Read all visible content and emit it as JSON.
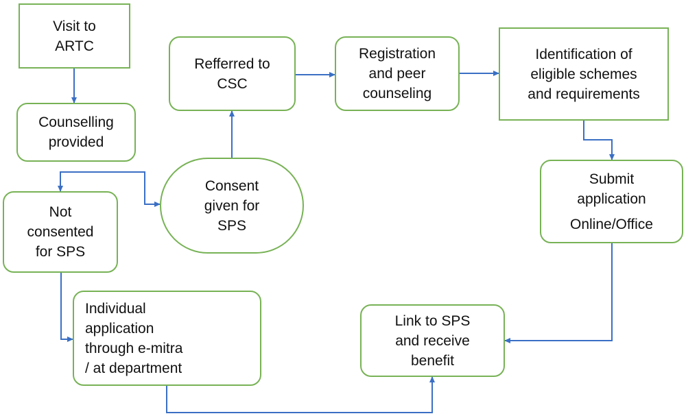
{
  "nodes": {
    "visit_artc": [
      "Visit to",
      "ARTC"
    ],
    "counselling": [
      "Counselling",
      "provided"
    ],
    "not_consented": [
      "Not",
      "consented",
      "for SPS"
    ],
    "consent_given": [
      "Consent",
      "given for",
      "SPS"
    ],
    "referred_csc": [
      "Refferred to",
      "CSC"
    ],
    "registration": [
      "Registration",
      "and peer",
      "counseling"
    ],
    "identification": [
      "Identification of",
      "eligible schemes",
      "and requirements"
    ],
    "submit": [
      "Submit",
      "application",
      "Online/Office"
    ],
    "individual": [
      "Individual",
      "application",
      "through e-mitra",
      "/ at department"
    ],
    "link_sps": [
      "Link to SPS",
      "and receive",
      "benefit"
    ]
  },
  "colors": {
    "node_border": "#77b255",
    "arrow": "#3a6fc4",
    "text": "#111111"
  }
}
